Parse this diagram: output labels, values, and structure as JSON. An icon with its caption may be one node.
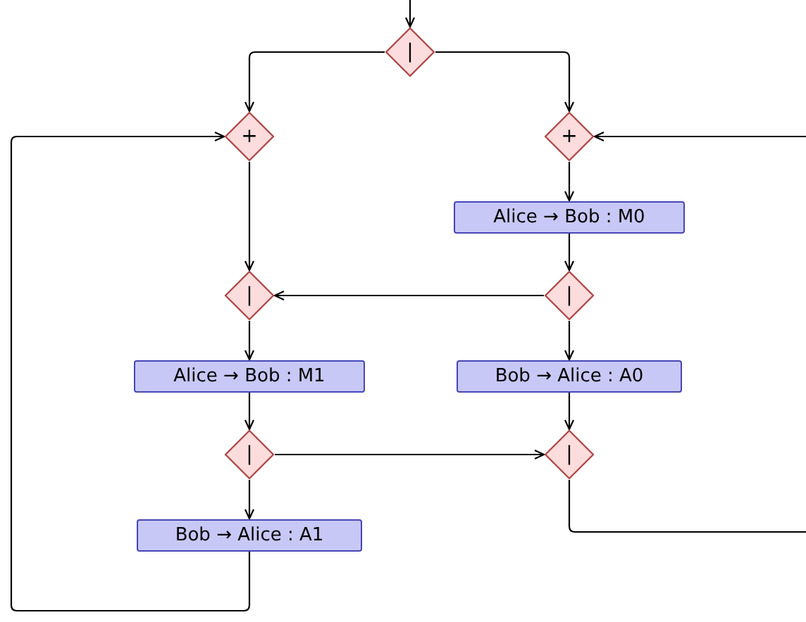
{
  "diagram": {
    "nodes": [
      {
        "text": [
          "|"
        ]
      },
      {
        "text": [
          "+"
        ]
      },
      {
        "text": [
          "+"
        ]
      },
      {
        "text": [
          "Alice → Bob : M0"
        ]
      },
      {
        "text": [
          "|"
        ]
      },
      {
        "text": [
          "|"
        ]
      },
      {
        "text": [
          "Alice → Bob : M1"
        ]
      },
      {
        "text": [
          "Bob → Alice : A0"
        ]
      },
      {
        "text": [
          "|"
        ]
      },
      {
        "text": [
          "|"
        ]
      },
      {
        "text": [
          "Bob → Alice : A1"
        ]
      }
    ],
    "edges": [
      {
        "from": null,
        "to": 0,
        "arrow": "to"
      },
      {
        "from": 0,
        "to": 1,
        "arrow": "to"
      },
      {
        "from": 0,
        "to": 2,
        "arrow": "to"
      },
      {
        "from": 1,
        "to": 4,
        "arrow": "to"
      },
      {
        "from": 2,
        "to": 3,
        "arrow": "to"
      },
      {
        "from": 3,
        "to": 5,
        "arrow": "to"
      },
      {
        "from": 5,
        "to": 4,
        "arrow": "to"
      },
      {
        "from": 4,
        "to": 6,
        "arrow": "to"
      },
      {
        "from": 5,
        "to": 7,
        "arrow": "to"
      },
      {
        "from": 6,
        "to": 8,
        "arrow": "to"
      },
      {
        "from": 7,
        "to": 9,
        "arrow": "to"
      },
      {
        "from": 8,
        "to": 9,
        "arrow": "to"
      },
      {
        "from": 8,
        "to": 10,
        "arrow": "to"
      },
      {
        "from": 10,
        "to": 1,
        "arrow": "to"
      },
      {
        "from": 9,
        "to": null,
        "arrow": "none"
      },
      {
        "from": null,
        "to": 2,
        "arrow": "to"
      }
    ]
  }
}
